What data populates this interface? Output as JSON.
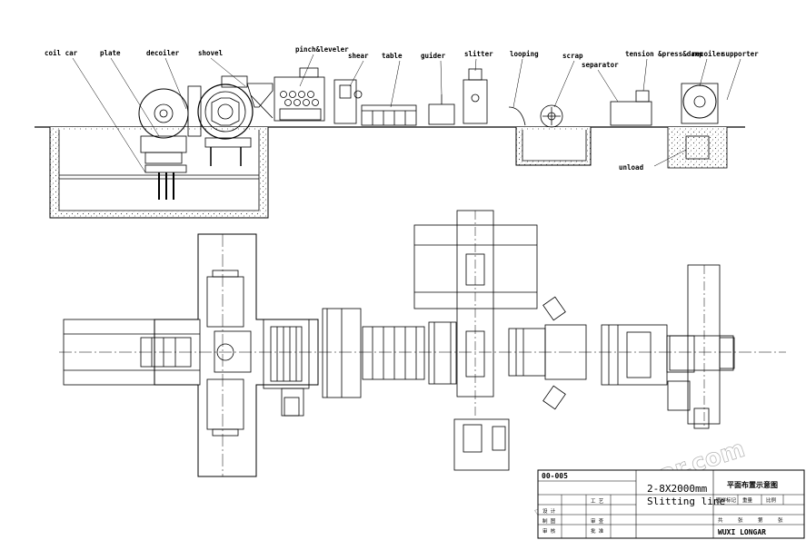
{
  "labels": {
    "coil_car": "coil car",
    "plate": "plate",
    "decoiler": "decoiler",
    "shovel": "shovel",
    "pinch_leveler": "pinch&leveler",
    "shear": "shear",
    "table": "table",
    "guider": "guider",
    "slitter": "slitter",
    "looping": "looping",
    "scrap": "scrap",
    "separator": "separator",
    "tension": "tension &press&damp",
    "recoiler": "recoiler",
    "supporter": "supporter",
    "unload": "unload"
  },
  "title_block": {
    "drawing_no": "00-005",
    "spec": "2-8X2000mm",
    "line_name": "Slitting line",
    "drawing_title": "平面布置示意图",
    "company": "WUXI LONGAR",
    "row_labels": [
      "设 计",
      "制 图",
      "审 核",
      "工 艺"
    ],
    "col_labels": [
      "图样标记",
      "重量",
      "比例"
    ],
    "approval_labels": [
      "审 查",
      "批 准"
    ],
    "sheet_labels": [
      "共",
      "张",
      "第",
      "张"
    ]
  },
  "watermark": "www.longar.com"
}
